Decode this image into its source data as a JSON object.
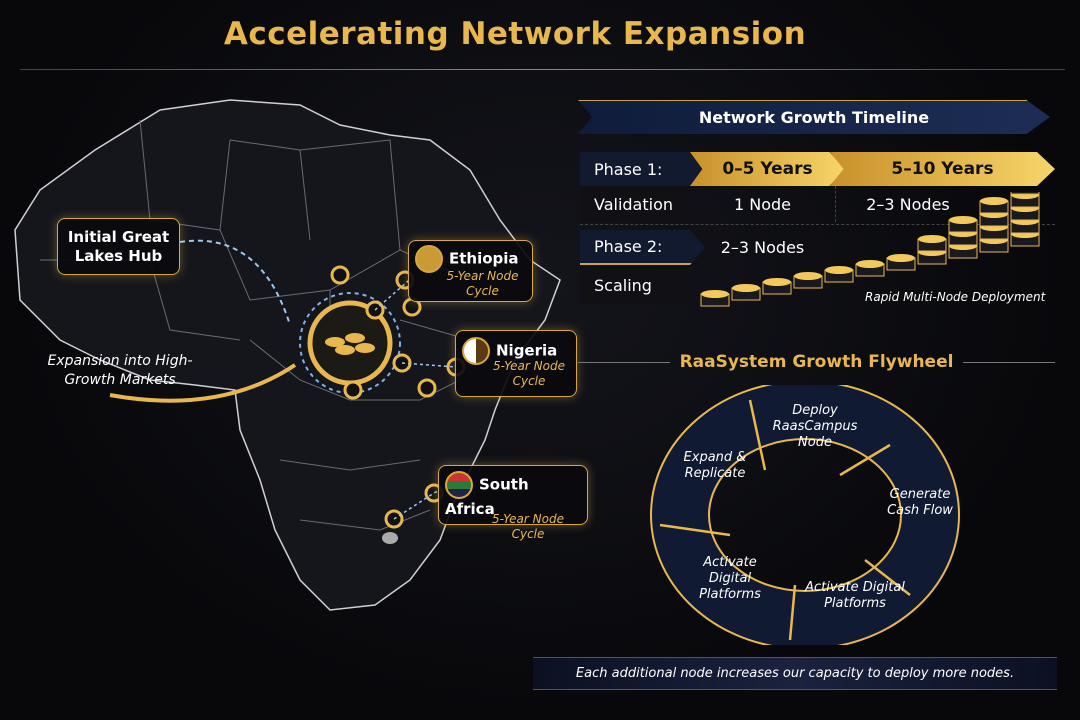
{
  "title": "Accelerating Network Expansion",
  "map": {
    "hub_label": "Initial Great Lakes Hub",
    "expansion_label": "Expansion into High-Growth Markets",
    "markets": [
      {
        "name": "Ethiopia",
        "cycle": "5-Year Node Cycle"
      },
      {
        "name": "Nigeria",
        "cycle": "5-Year Node Cycle"
      },
      {
        "name": "South Africa",
        "cycle": "5-Year Node Cycle"
      }
    ]
  },
  "timeline": {
    "title": "Network Growth Timeline",
    "phase1_label": "Phase 1:",
    "col1": "0–5 Years",
    "col2": "5–10 Years",
    "validation_label": "Validation",
    "validation_col1": "1 Node",
    "validation_col2": "2–3 Nodes",
    "phase2_label": "Phase 2:",
    "phase2_col1": "2–3 Nodes",
    "scaling_label": "Scaling",
    "deployment_caption": "Rapid Multi-Node Deployment"
  },
  "flywheel": {
    "title": "RaaSystem Growth Flywheel",
    "steps": [
      "Deploy RaasCampus Node",
      "Generate Cash Flow",
      "Activate Digital Platforms",
      "Activate Digital Platforms",
      "Expand & Replicate"
    ]
  },
  "footer": "Each additional node increases our capacity to deploy more nodes.",
  "colors": {
    "gold": "#e8b74e",
    "navy": "#121a30",
    "background": "#0a0a0d"
  }
}
